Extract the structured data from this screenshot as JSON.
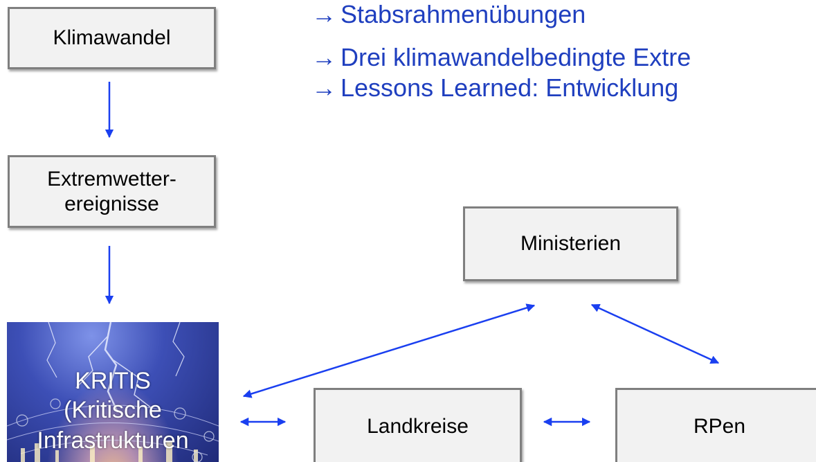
{
  "boxes": {
    "klimawandel": "Klimawandel",
    "extremwetter_line1": "Extremwetter-",
    "extremwetter_line2": "ereignisse",
    "ministerien": "Ministerien",
    "landkreise": "Landkreise",
    "rpen": "RPen"
  },
  "kritis": {
    "line1": "KRITIS",
    "line2": "(Kritische",
    "line3": "Infrastrukturen"
  },
  "bullets": [
    {
      "arrow": "→",
      "text": "Stabsrahmenübungen"
    },
    {
      "arrow": "→",
      "text": "Drei klimawandelbedingte Extre"
    },
    {
      "arrow": "→",
      "text": "Lessons Learned: Entwicklung"
    }
  ],
  "colors": {
    "arrow": "#1a3ff0",
    "bullet_text": "#1f3fbf",
    "box_fill": "#f2f2f2",
    "box_border": "#7f7f7f"
  }
}
